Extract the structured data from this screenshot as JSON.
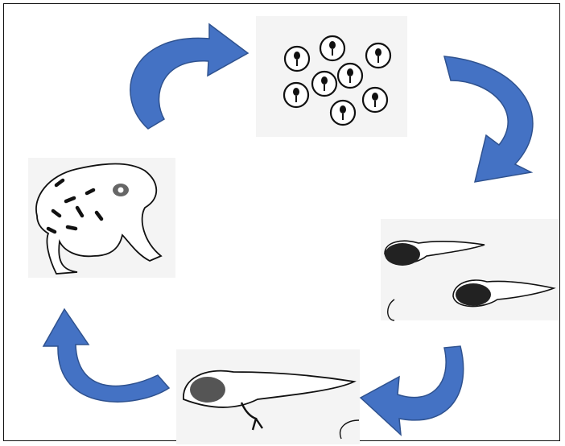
{
  "diagram": {
    "kind": "life-cycle",
    "stages": [
      {
        "id": "eggs",
        "icon": "frog-eggs-drawing"
      },
      {
        "id": "tadpoles",
        "icon": "tadpoles-drawing"
      },
      {
        "id": "tadpole-with-legs",
        "icon": "tadpole-with-legs-drawing"
      },
      {
        "id": "adult-frog",
        "icon": "adult-frog-drawing"
      }
    ],
    "arrow_color": "#4472c4",
    "arrow_outline": "#2f528f"
  }
}
